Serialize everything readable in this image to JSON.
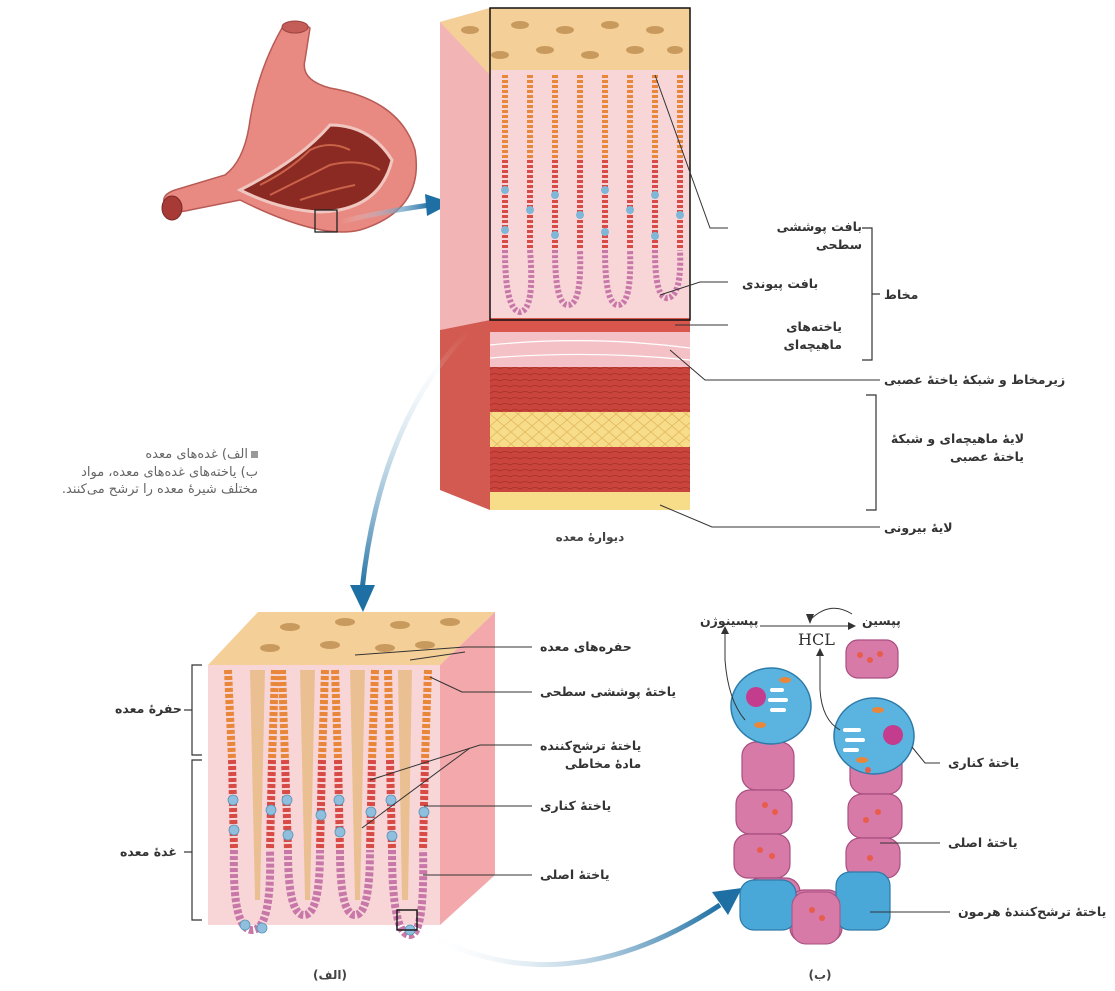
{
  "caption_note": {
    "line1": "الف) غده‌های معده",
    "line2": "ب) یاخته‌های غده‌های معده، مواد",
    "line3": "مختلف شیرهٔ معده را ترشح می‌کنند."
  },
  "wall": {
    "caption": "دیوارهٔ معده",
    "surface_epithelium": "بافت پوششی سطحی",
    "connective_tissue": "بافت پیوندی",
    "muscle_cells": "یاخته‌های ماهیچه‌ای",
    "mucosa": "مخاط",
    "submucosa": "زیرمخاط و شبکهٔ یاختهٔ عصبی",
    "muscular_layer": "لایهٔ ماهیچه‌ای و شبکهٔ یاختهٔ عصبی",
    "outer_layer": "لایهٔ بیرونی"
  },
  "glands": {
    "caption": "(الف)",
    "gastric_pit_side": "حفرهٔ معده",
    "gastric_gland_side": "غدهٔ معده",
    "gastric_pits": "حفره‌های معده",
    "surface_cell": "یاختهٔ پوششی سطحی",
    "mucus_cell_line1": "یاختهٔ ترشح‌کننده",
    "mucus_cell_line2": "مادهٔ مخاطی",
    "parietal_cell": "یاختهٔ کناری",
    "chief_cell": "یاختهٔ اصلی"
  },
  "cells": {
    "caption": "(ب)",
    "pepsinogen": "پپسینوژن",
    "pepsin": "پپسین",
    "hcl": "HCL",
    "parietal_cell": "یاختهٔ کناری",
    "chief_cell": "یاختهٔ اصلی",
    "hormone_cell": "یاختهٔ ترشح‌کنندهٔ هرمون"
  },
  "colors": {
    "stomach": "#e98a82",
    "mucosa_pink": "#f6c9cb",
    "muscle_red": "#c8443c",
    "fat_yellow": "#f7dc8a",
    "surface_tan": "#f5cf98",
    "arrow_blue": "#1e6fa3",
    "parietal_blue": "#4aa8d8",
    "chief_pink": "#d77aa8"
  }
}
